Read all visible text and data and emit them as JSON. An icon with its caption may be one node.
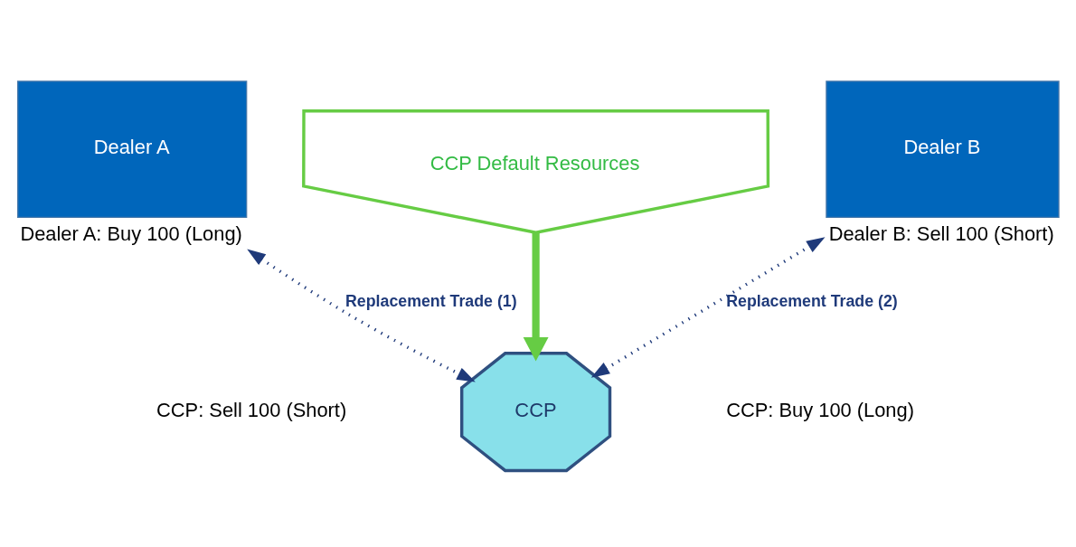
{
  "diagram": {
    "nodes": [
      {
        "text": [
          "Dealer A"
        ],
        "beside": [
          "Dealer A: Buy 100 (Long)"
        ]
      },
      {
        "text": [
          "CCP Default Resources"
        ]
      },
      {
        "text": [
          "Dealer B"
        ],
        "beside": [
          "Dealer B: Sell 100 (Short)"
        ]
      },
      {
        "text": [
          "CCP"
        ]
      }
    ],
    "edges": [
      {
        "from": 1,
        "to": 3,
        "arrow": "to",
        "style": "thick",
        "color": "#66cc44"
      },
      {
        "from": 0,
        "to": 3,
        "arrow": "both",
        "style": "dashed",
        "label": "Replacement Trade (1)"
      },
      {
        "from": 3,
        "to": 2,
        "arrow": "both",
        "style": "dashed",
        "label": "Replacement Trade (2)"
      }
    ],
    "labels": [
      "CCP: Sell 100 (Short)",
      "CCP: Buy 100 (Long)"
    ]
  }
}
